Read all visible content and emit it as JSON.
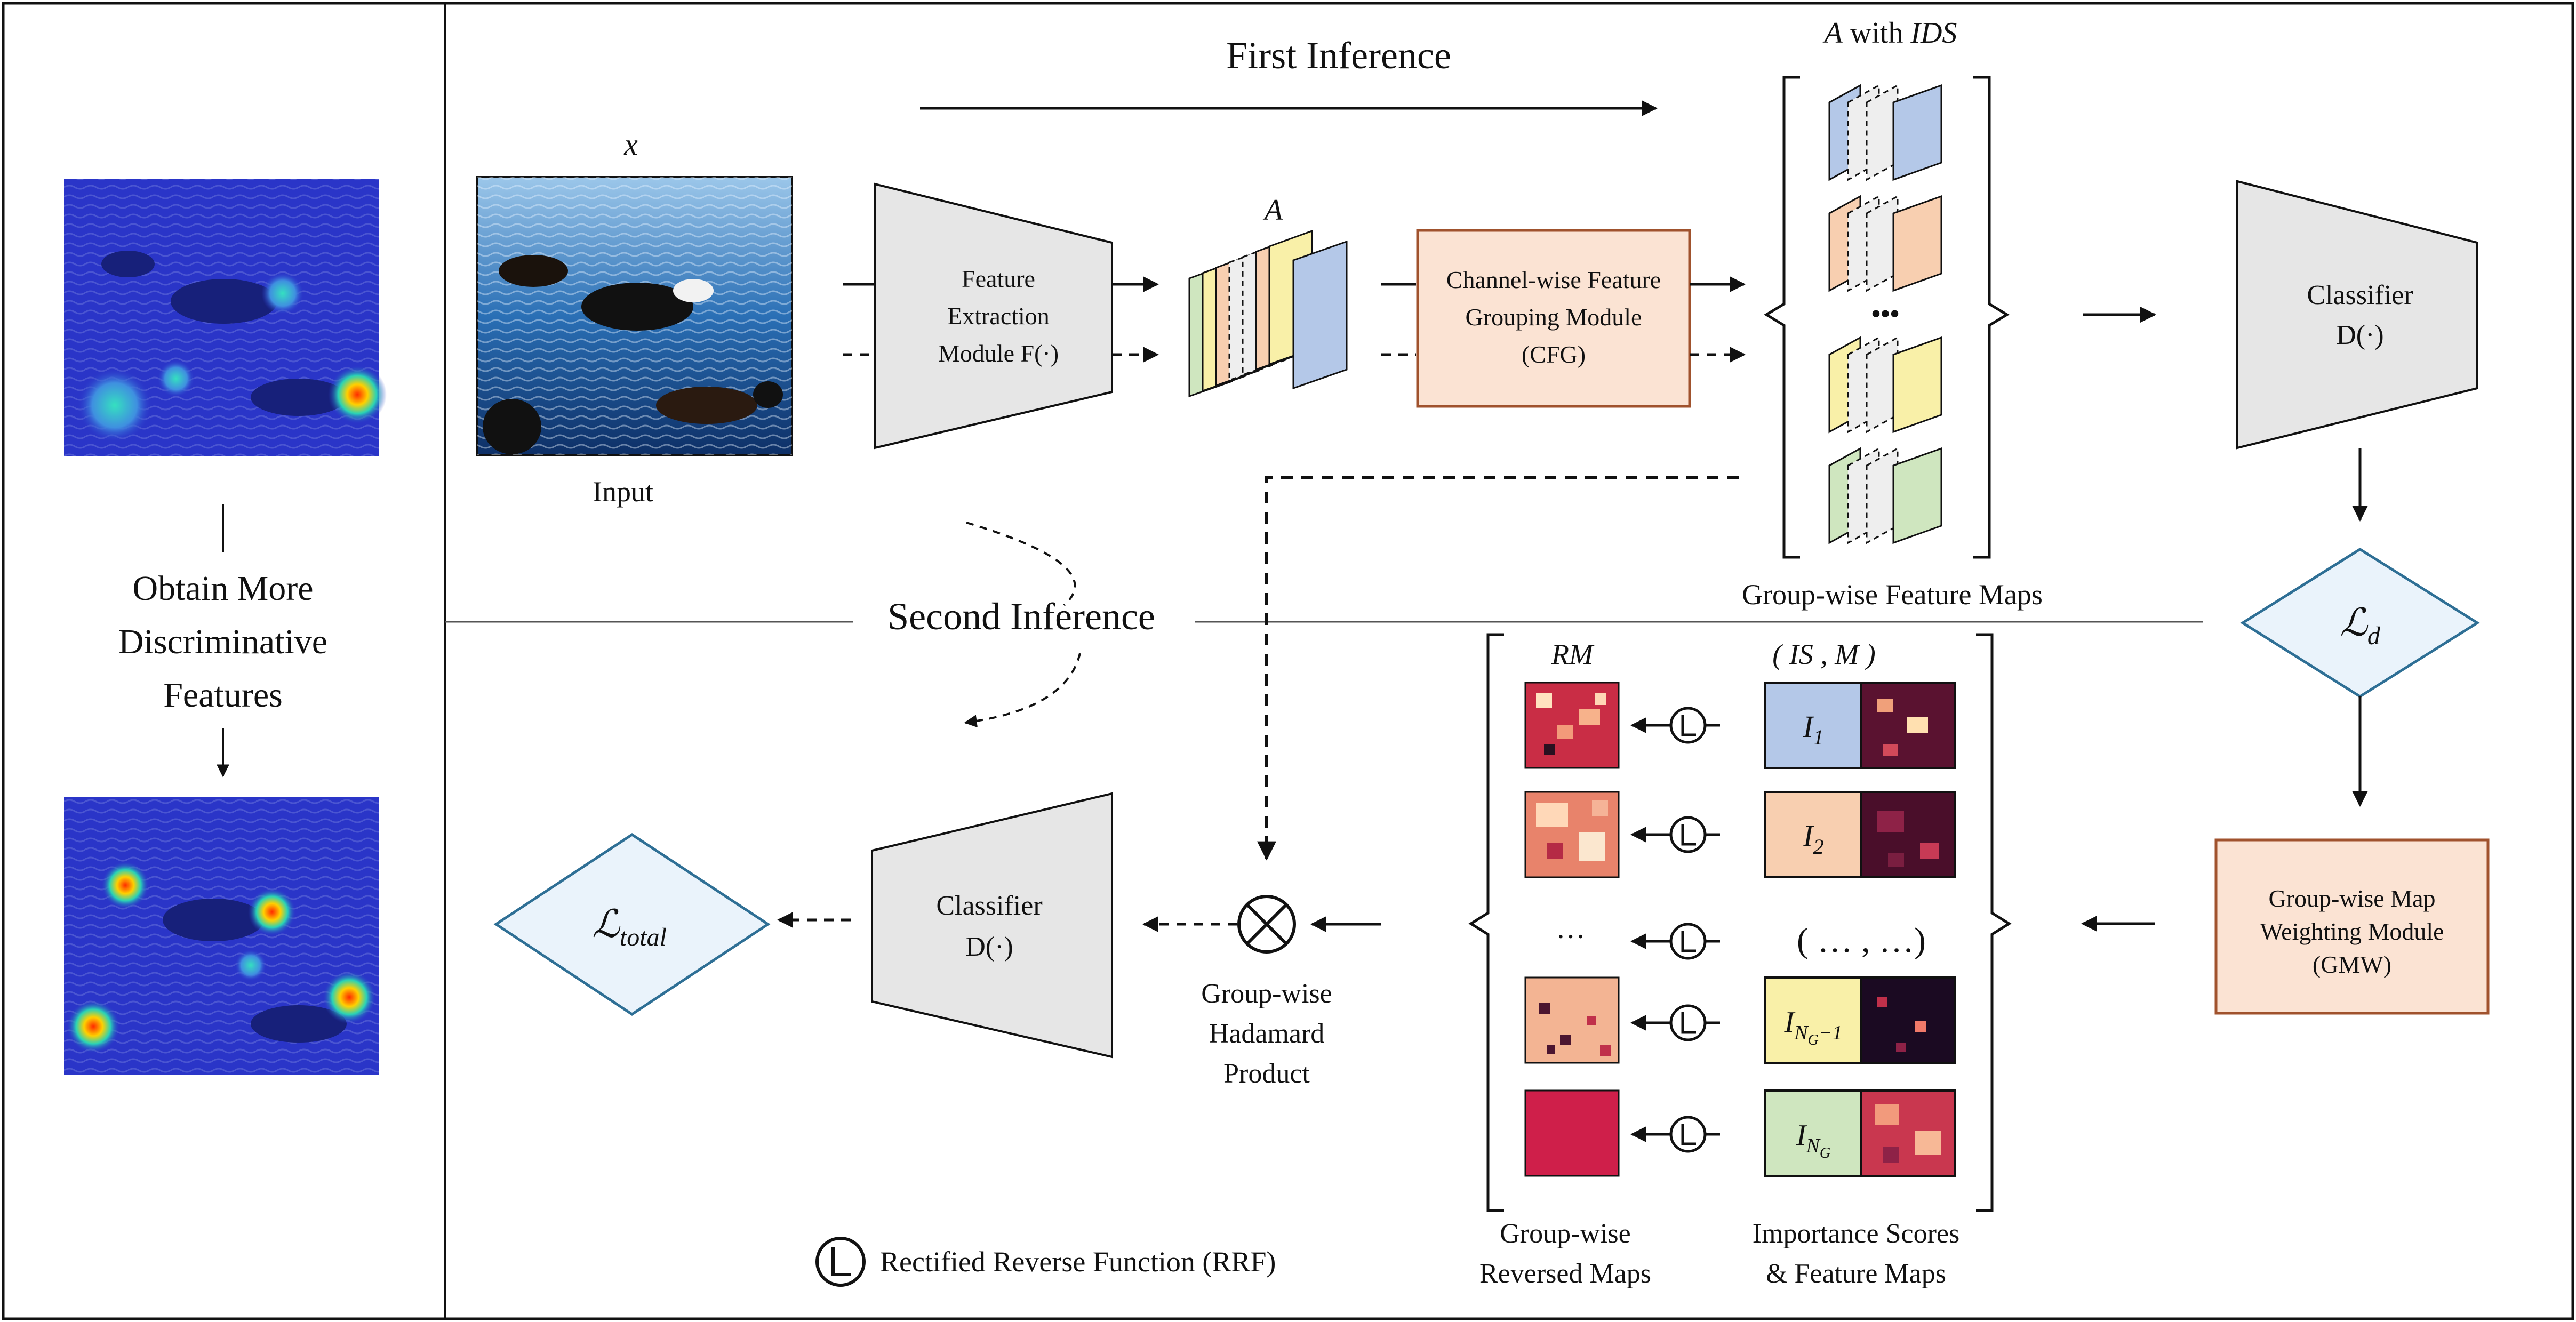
{
  "left_panel": {
    "caption_line1": "Obtain More",
    "caption_line2": "Discriminative",
    "caption_line3": "Features"
  },
  "first_inference": {
    "title": "First Inference",
    "input_symbol": "x",
    "input_label": "Input",
    "feature_extraction": [
      "Feature",
      "Extraction",
      "Module F(·)"
    ],
    "feature_symbol": "A",
    "cfg": [
      "Channel-wise Feature",
      "Grouping Module",
      "(CFG)"
    ],
    "group_title_var": "A",
    "group_title_with": " with ",
    "group_title_ids": "IDS",
    "group_ellipsis": "•••",
    "group_label": "Group-wise Feature Maps",
    "classifier": [
      "Classifier",
      "D(·)"
    ],
    "loss_d": "ℒ",
    "loss_d_sub": "d"
  },
  "second_inference": {
    "title": "Second Inference",
    "gmw": [
      "Group-wise Map",
      "Weighting Module",
      "(GMW)"
    ],
    "rm_title": "RM",
    "is_m_title": "( IS , M )",
    "importance_labels": [
      {
        "main": "I",
        "sub": "1"
      },
      {
        "main": "I",
        "sub": "2"
      },
      {
        "main": "I",
        "sub": "N",
        "subsub": "G",
        "tail": "−1"
      },
      {
        "main": "I",
        "sub": "N",
        "subsub": "G"
      }
    ],
    "rm_ellipsis": "···",
    "is_ellipsis": "( … , …)",
    "reversed_label": [
      "Group-wise",
      "Reversed Maps"
    ],
    "importance_caption": [
      "Importance Scores",
      "& Feature Maps"
    ],
    "hadamard_label": [
      "Group-wise",
      "Hadamard",
      "Product"
    ],
    "classifier": [
      "Classifier",
      "D(·)"
    ],
    "loss_total": "ℒ",
    "loss_total_sub": "total",
    "rrf_legend": "Rectified Reverse Function (RRF)"
  },
  "colors": {
    "trapezoid_fill": "#e6e6e6",
    "module_fill": "#fbe3d3",
    "module_stroke": "#a0522d",
    "diamond_fill": "#eaf3fb",
    "diamond_stroke": "#2e6f95",
    "blue": "#b4c8e8",
    "orange": "#f8cfb0",
    "yellow": "#f9f0a8",
    "green": "#cfe6bf",
    "heatmap_bg": "#2a35c8",
    "water": "#1d5c9a"
  }
}
